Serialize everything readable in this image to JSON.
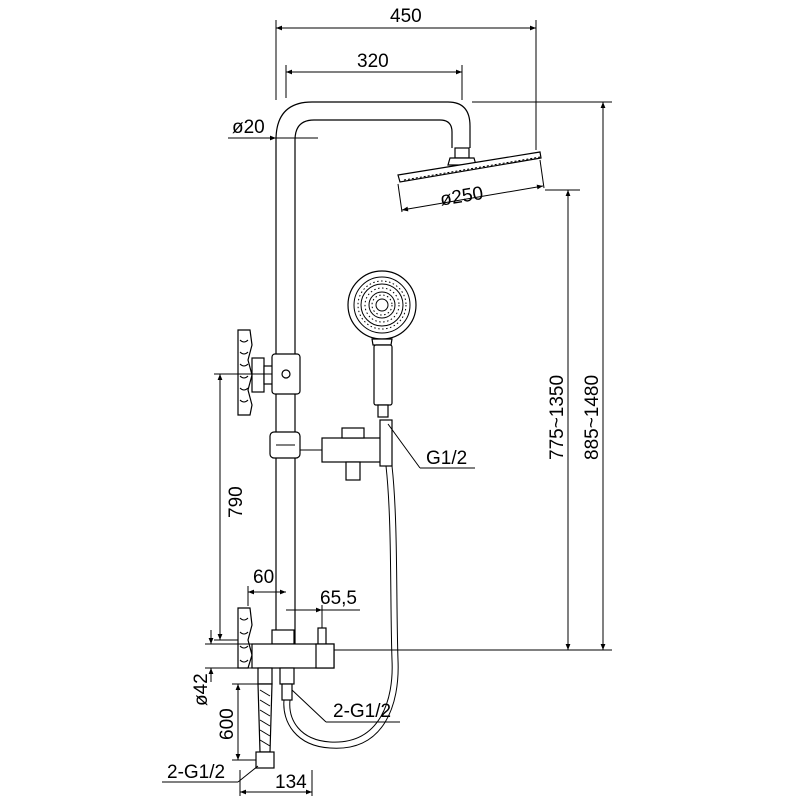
{
  "dimensions": {
    "d450": "450",
    "d320": "320",
    "d20": "ø20",
    "d250": "ø250",
    "g12": "G1/2",
    "d790": "790",
    "d775": "775~1350",
    "d885": "885~1480",
    "d60": "60",
    "d655": "65,5",
    "d42": "ø42",
    "d600": "600",
    "d2g12a": "2-G1/2",
    "d2g12b": "2-G1/2",
    "d134": "134"
  }
}
